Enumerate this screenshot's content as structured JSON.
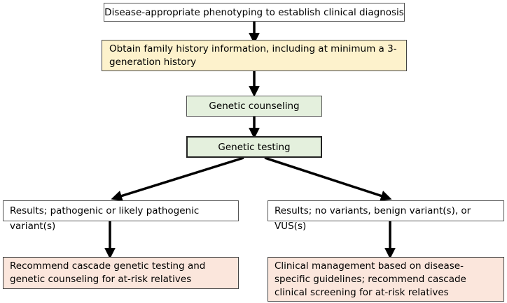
{
  "nodes": {
    "phenotyping": "Disease-appropriate phenotyping to establish clinical diagnosis",
    "family_history": "Obtain family history information, including at minimum a 3-generation history",
    "counseling": "Genetic counseling",
    "testing": "Genetic testing",
    "results_positive": "Results; pathogenic or likely pathogenic variant(s)",
    "results_negative": "Results; no variants, benign variant(s), or VUS(s)",
    "recommend_cascade_testing": "Recommend cascade genetic testing and genetic counseling for at-risk relatives",
    "clinical_management": "Clinical management based on disease-specific guidelines; recommend cascade clinical screening for at-risk relatives"
  },
  "colors": {
    "yellow_fill": "#fdf2cc",
    "green_fill": "#e4f0dd",
    "peach_fill": "#fbe6dc",
    "arrow": "#000000"
  }
}
